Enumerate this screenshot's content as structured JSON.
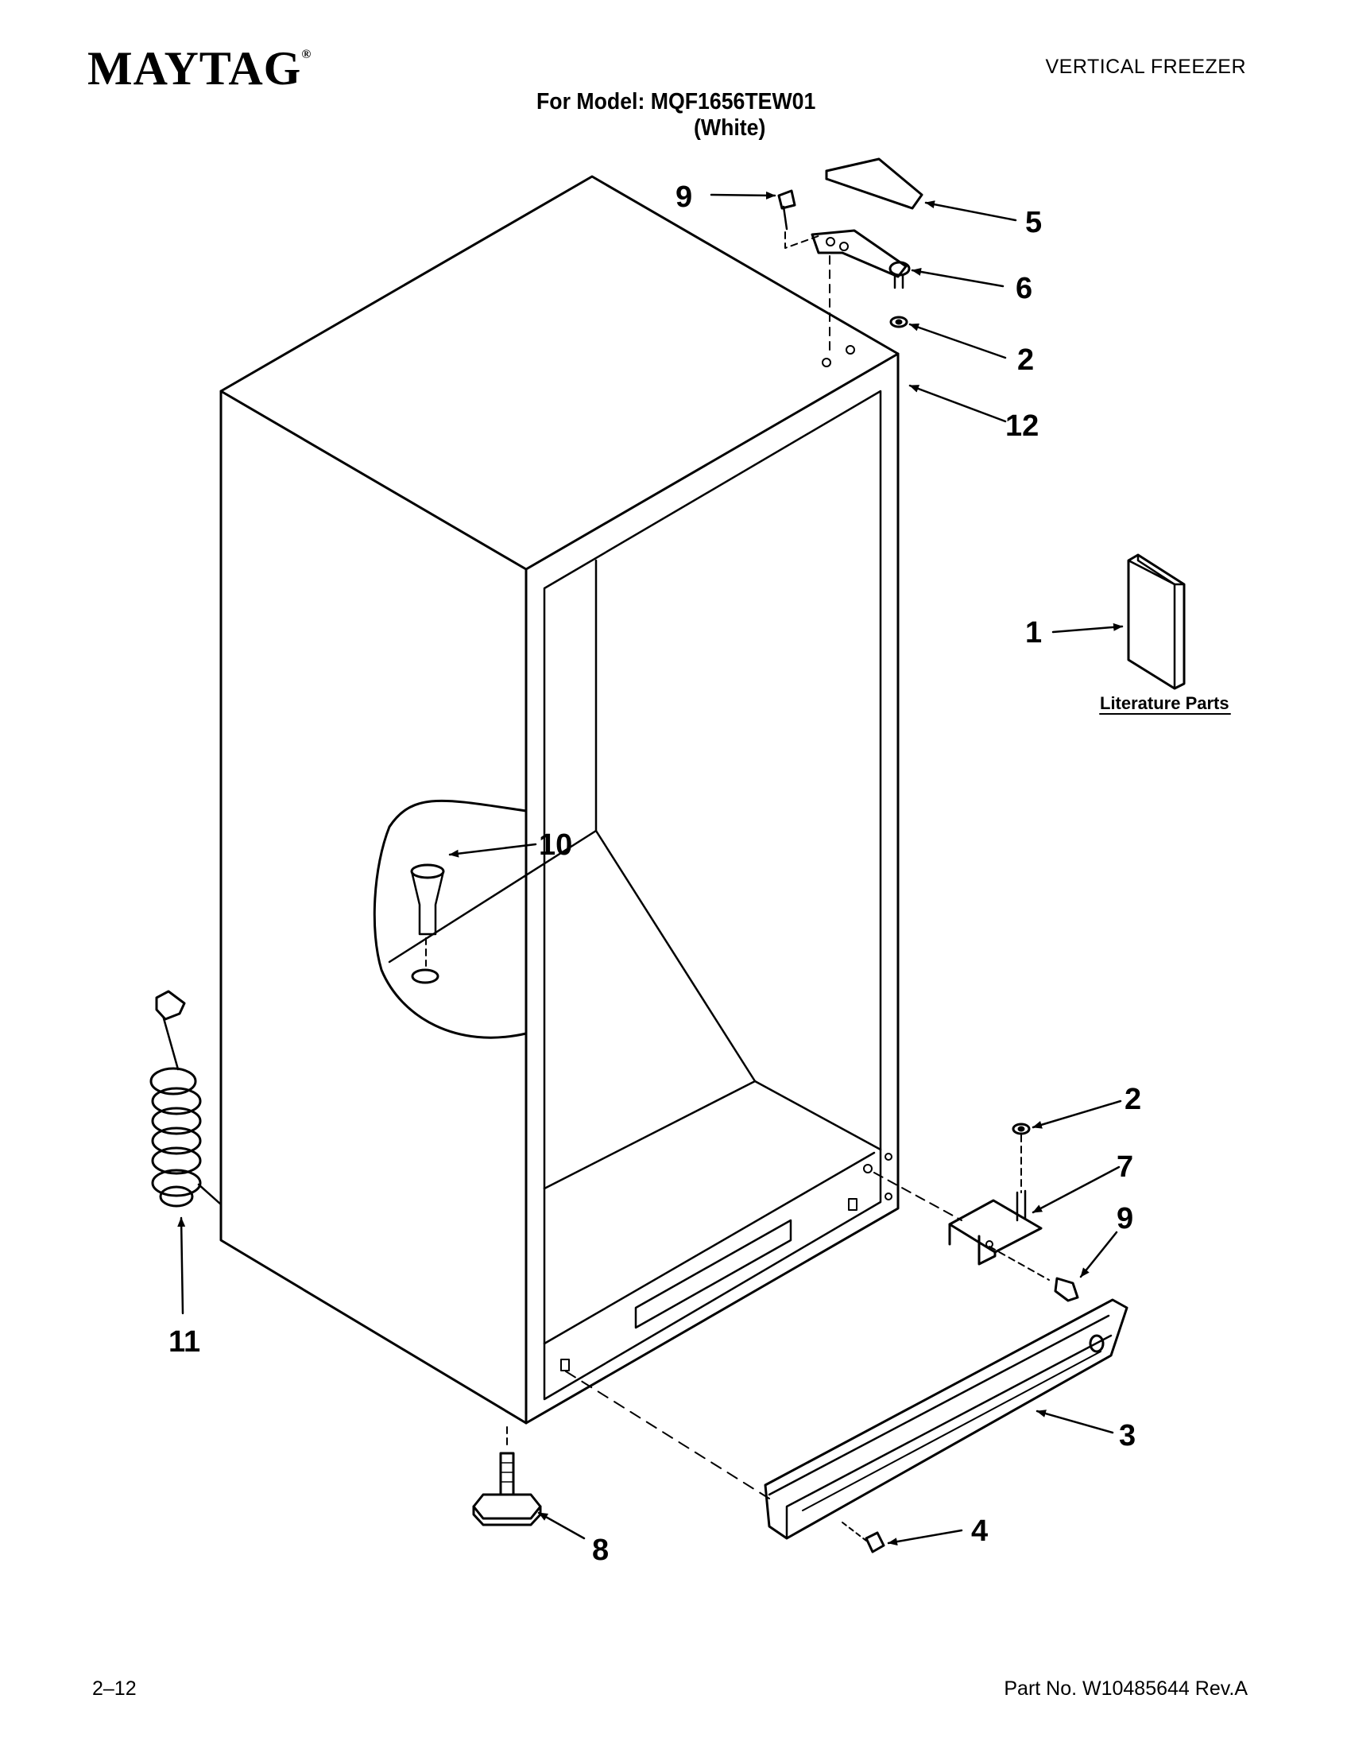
{
  "header": {
    "brand": "MAYTAG",
    "brand_mark": "®",
    "category": "VERTICAL FREEZER",
    "model_line": "For Model: MQF1656TEW01",
    "color_line": "(White)"
  },
  "diagram": {
    "literature_label": "Literature Parts",
    "callouts": {
      "c1": "1",
      "c2a": "2",
      "c2b": "2",
      "c3": "3",
      "c4": "4",
      "c5": "5",
      "c6": "6",
      "c7": "7",
      "c8": "8",
      "c9a": "9",
      "c9b": "9",
      "c10": "10",
      "c11": "11",
      "c12": "12"
    }
  },
  "footer": {
    "page": "2–12",
    "part_no": "Part No. W10485644 Rev.A"
  }
}
